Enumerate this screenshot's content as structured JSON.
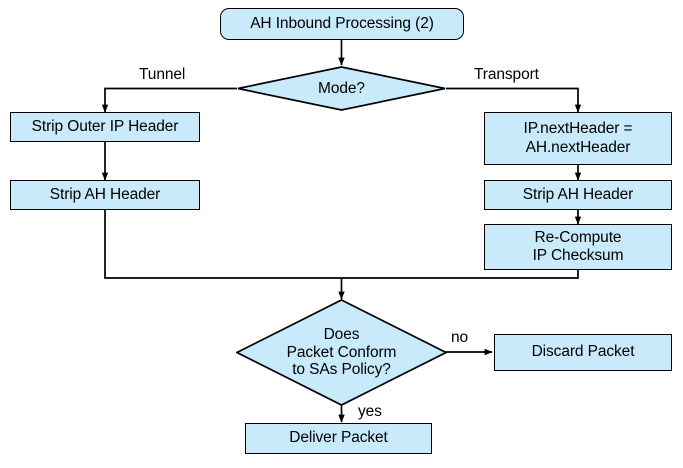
{
  "diagram": {
    "title": "AH Inbound Processing (2)",
    "theme": {
      "node_fill": "#c8eafa",
      "node_stroke": "#000000",
      "background": "#ffffff",
      "text": "#000000"
    },
    "nodes": {
      "start": {
        "label": "AH Inbound Processing (2)",
        "shape": "rounded-rect"
      },
      "mode_decision": {
        "label": "Mode?",
        "shape": "diamond"
      },
      "strip_outer_ip": {
        "label": "Strip Outer IP Header",
        "shape": "rect"
      },
      "strip_ah_tunnel": {
        "label": "Strip AH Header",
        "shape": "rect"
      },
      "next_header": {
        "label": "IP.nextHeader =\nAH.nextHeader",
        "shape": "rect"
      },
      "strip_ah_transport": {
        "label": "Strip AH Header",
        "shape": "rect"
      },
      "recompute_checksum": {
        "label": "Re-Compute\nIP Checksum",
        "shape": "rect"
      },
      "policy_decision": {
        "label": "Does\nPacket Conform\nto SAs Policy?",
        "shape": "diamond"
      },
      "discard": {
        "label": "Discard Packet",
        "shape": "rect"
      },
      "deliver": {
        "label": "Deliver Packet",
        "shape": "rect"
      }
    },
    "edge_labels": {
      "tunnel": "Tunnel",
      "transport": "Transport",
      "no": "no",
      "yes": "yes"
    }
  }
}
